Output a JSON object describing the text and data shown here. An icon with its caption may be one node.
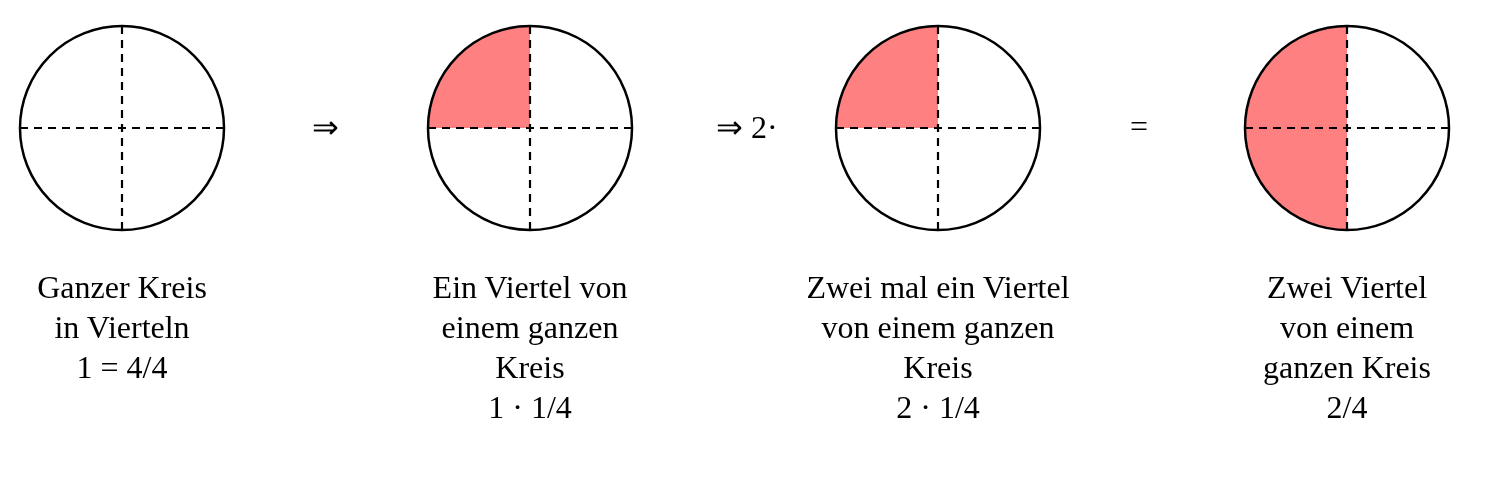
{
  "diagram": {
    "nodes": [
      {
        "text": [],
        "shape": "circle",
        "beside": [
          "Ganzer Kreis in Vierteln",
          "1 = 4/4"
        ]
      },
      {
        "text": [],
        "shape": "circle",
        "beside": [
          "Ein Viertel von einem ganzen Kreis",
          "1 · 1/4"
        ]
      },
      {
        "text": [],
        "shape": "circle",
        "beside": [
          "Zwei mal ein Viertel von einem ganzen Kreis",
          "2 · 1/4"
        ]
      },
      {
        "text": [],
        "shape": "circle",
        "beside": [
          "Zwei Viertel von einem ganzen Kreis",
          "2/4"
        ]
      }
    ],
    "labels": [
      "⇒",
      "⇒ 2·",
      "="
    ]
  }
}
